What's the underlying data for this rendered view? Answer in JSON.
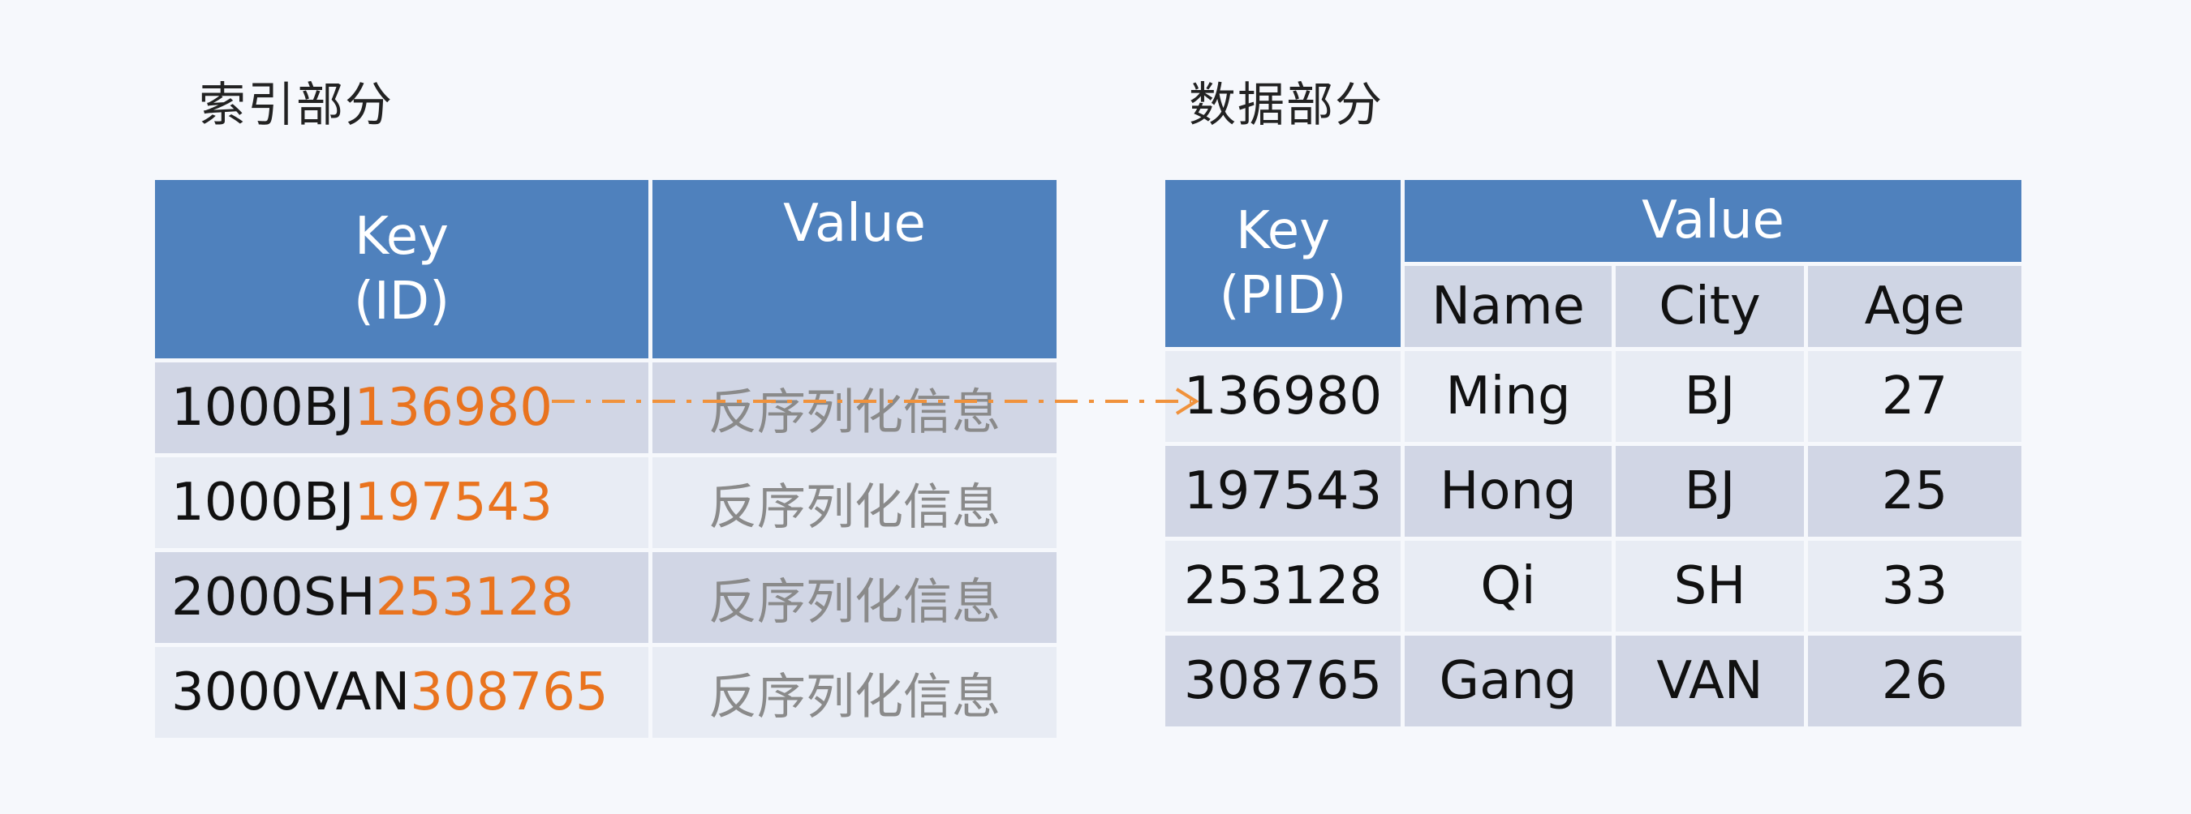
{
  "titles": {
    "left": "索引部分",
    "right": "数据部分"
  },
  "index_table": {
    "key_header_line1": "Key",
    "key_header_line2": "(ID)",
    "value_header": "Value",
    "rows": [
      {
        "prefix": "1000BJ",
        "id": "136980",
        "value": "反序列化信息"
      },
      {
        "prefix": "1000BJ",
        "id": "197543",
        "value": "反序列化信息"
      },
      {
        "prefix": "2000SH",
        "id": "253128",
        "value": "反序列化信息"
      },
      {
        "prefix": "3000VAN",
        "id": "308765",
        "value": "反序列化信息"
      }
    ]
  },
  "data_table": {
    "key_header_line1": "Key",
    "key_header_line2": "(PID)",
    "value_header": "Value",
    "columns": [
      "Name",
      "City",
      "Age"
    ],
    "rows": [
      {
        "pid": "136980",
        "name": "Ming",
        "city": "BJ",
        "age": "27"
      },
      {
        "pid": "197543",
        "name": "Hong",
        "city": "BJ",
        "age": "25"
      },
      {
        "pid": "253128",
        "name": "Qi",
        "city": "SH",
        "age": "33"
      },
      {
        "pid": "308765",
        "name": "Gang",
        "city": "VAN",
        "age": "26"
      }
    ]
  },
  "colors": {
    "header": "#4f81bd",
    "accent": "#e9731e",
    "arrow": "#f0923c"
  }
}
